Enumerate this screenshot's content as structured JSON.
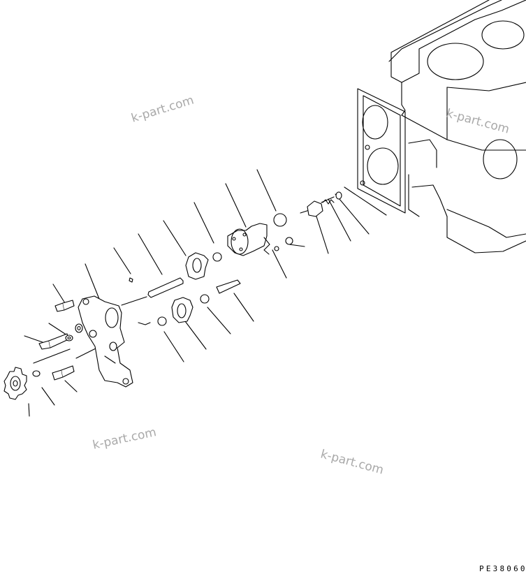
{
  "diagram": {
    "drawing_code": "PE38060",
    "watermarks": [
      "k-part.com",
      "k-part.com",
      "k-part.com",
      "k-part.com"
    ]
  }
}
